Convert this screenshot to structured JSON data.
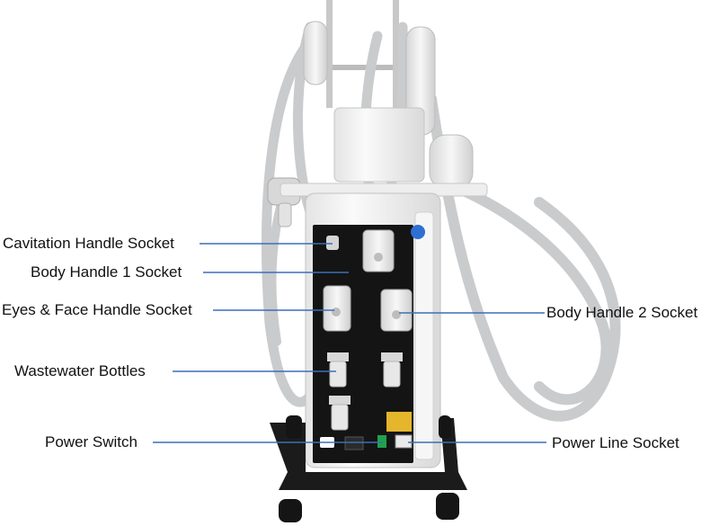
{
  "colors": {
    "leader_line": "#3d6fb8",
    "cabinet_shell": "#f2f2f2",
    "cabinet_panel": "#141414",
    "hose": "#c9cbcd",
    "handle": "#e9e9e9",
    "base": "#1b1b1b",
    "warning_label": "#e5b52c"
  },
  "labels": {
    "cavitation": "Cavitation Handle Socket",
    "body1": "Body Handle 1 Socket",
    "eyes_face": "Eyes & Face Handle Socket",
    "wastewater": "Wastewater Bottles",
    "power_switch": "Power Switch",
    "body2": "Body Handle 2 Socket",
    "power_line": "Power Line Socket"
  }
}
